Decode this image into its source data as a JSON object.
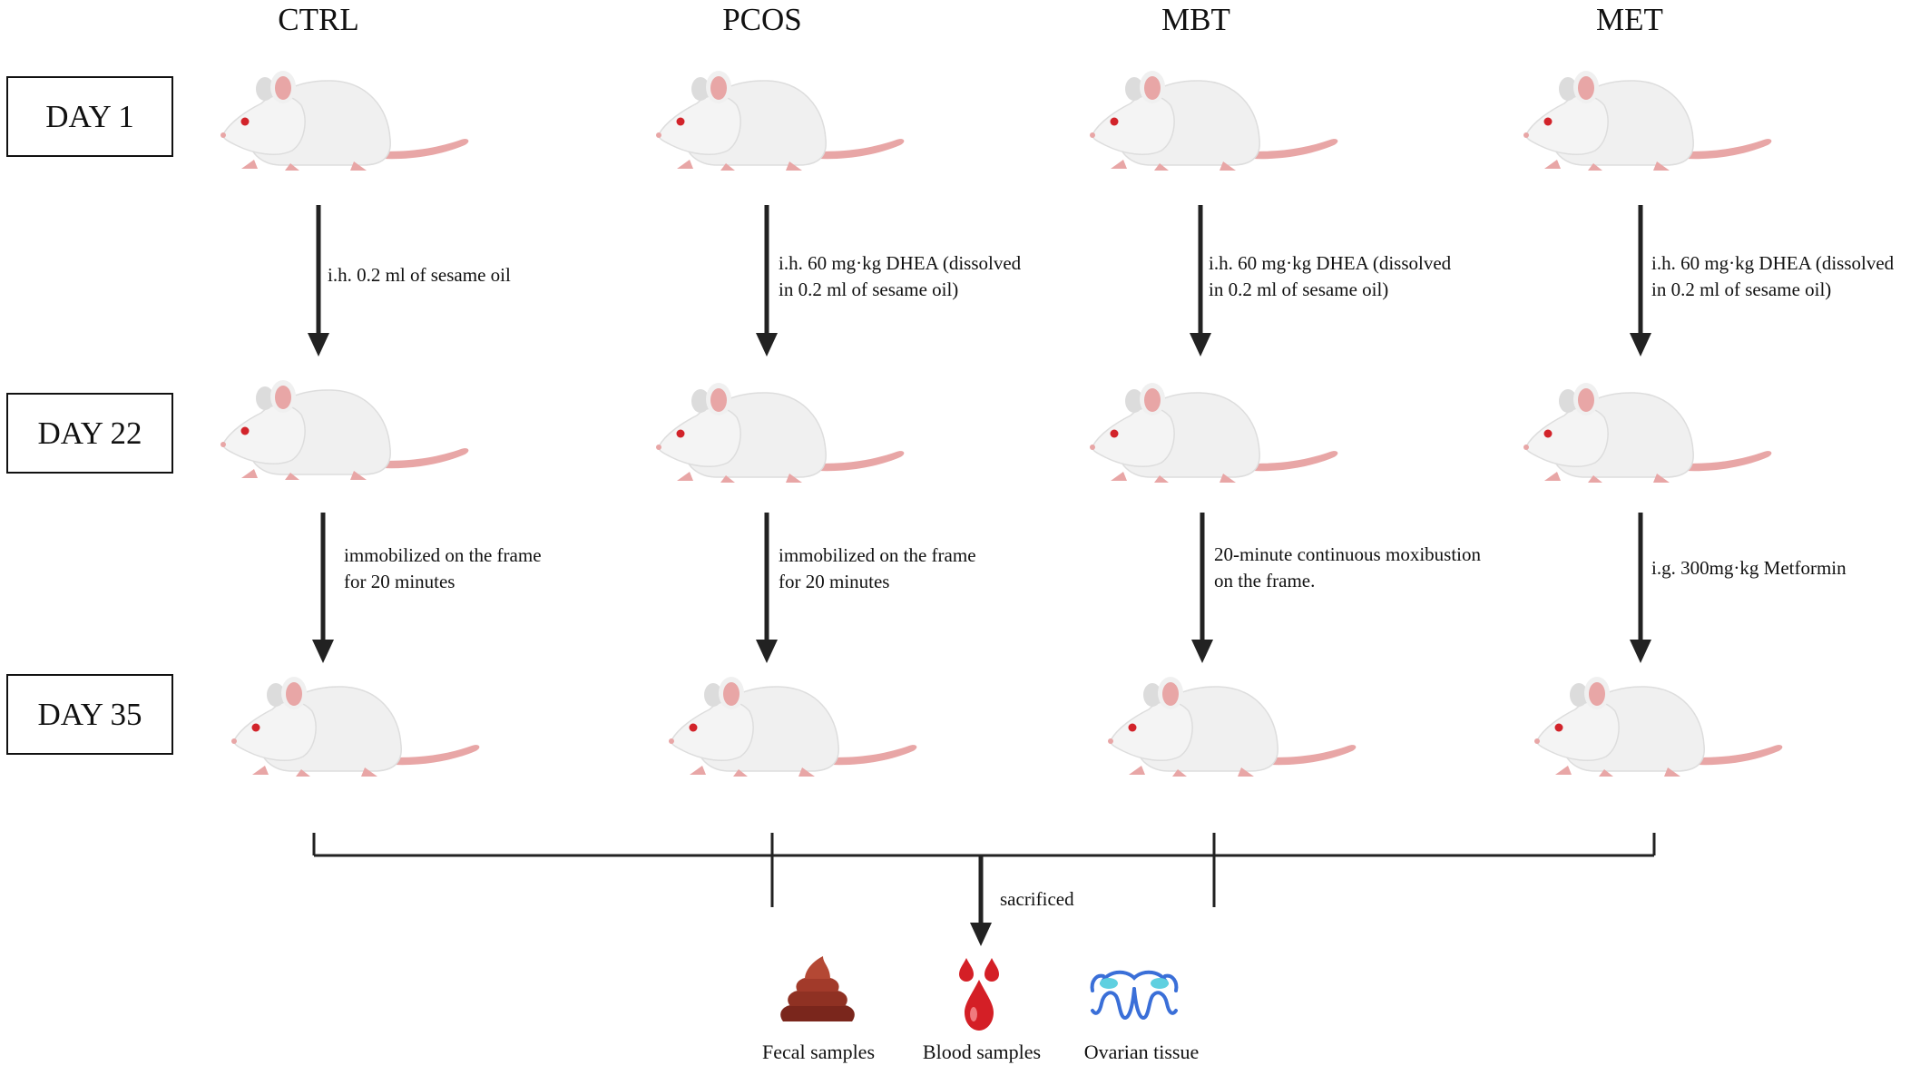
{
  "groups": [
    {
      "title": "CTRL",
      "step1": "i.h. 0.2 ml of sesame oil",
      "step2": [
        "immobilized on the frame",
        "for 20 minutes"
      ]
    },
    {
      "title": "PCOS",
      "step1": [
        "i.h. 60 mg·kg DHEA (dissolved",
        "in 0.2 ml of sesame oil)"
      ],
      "step2": [
        "immobilized on the frame",
        "for 20 minutes"
      ]
    },
    {
      "title": "MBT",
      "step1": [
        "i.h. 60 mg·kg DHEA (dissolved",
        "in 0.2 ml of sesame oil)"
      ],
      "step2": [
        "20-minute continuous moxibustion",
        "on the frame."
      ]
    },
    {
      "title": "MET",
      "step1": [
        "i.h. 60 mg·kg DHEA (dissolved",
        "in 0.2 ml of sesame oil)"
      ],
      "step2": "i.g. 300mg·kg Metformin"
    }
  ],
  "days": [
    "DAY 1",
    "DAY 22",
    "DAY 35"
  ],
  "sacrificed_label": "sacrificed",
  "samples": [
    {
      "label": "Fecal samples",
      "icon": "feces-icon"
    },
    {
      "label": "Blood samples",
      "icon": "blood-drops-icon"
    },
    {
      "label": "Ovarian tissue",
      "icon": "ovary-icon"
    }
  ],
  "colors": {
    "line": "#222222",
    "rat_body": "#f0f0f0",
    "rat_pink": "#e8a6a6",
    "eye": "#d2232a",
    "blood": "#d41f26",
    "feces": "#8b2e22",
    "ovary": "#3a6fd8"
  }
}
